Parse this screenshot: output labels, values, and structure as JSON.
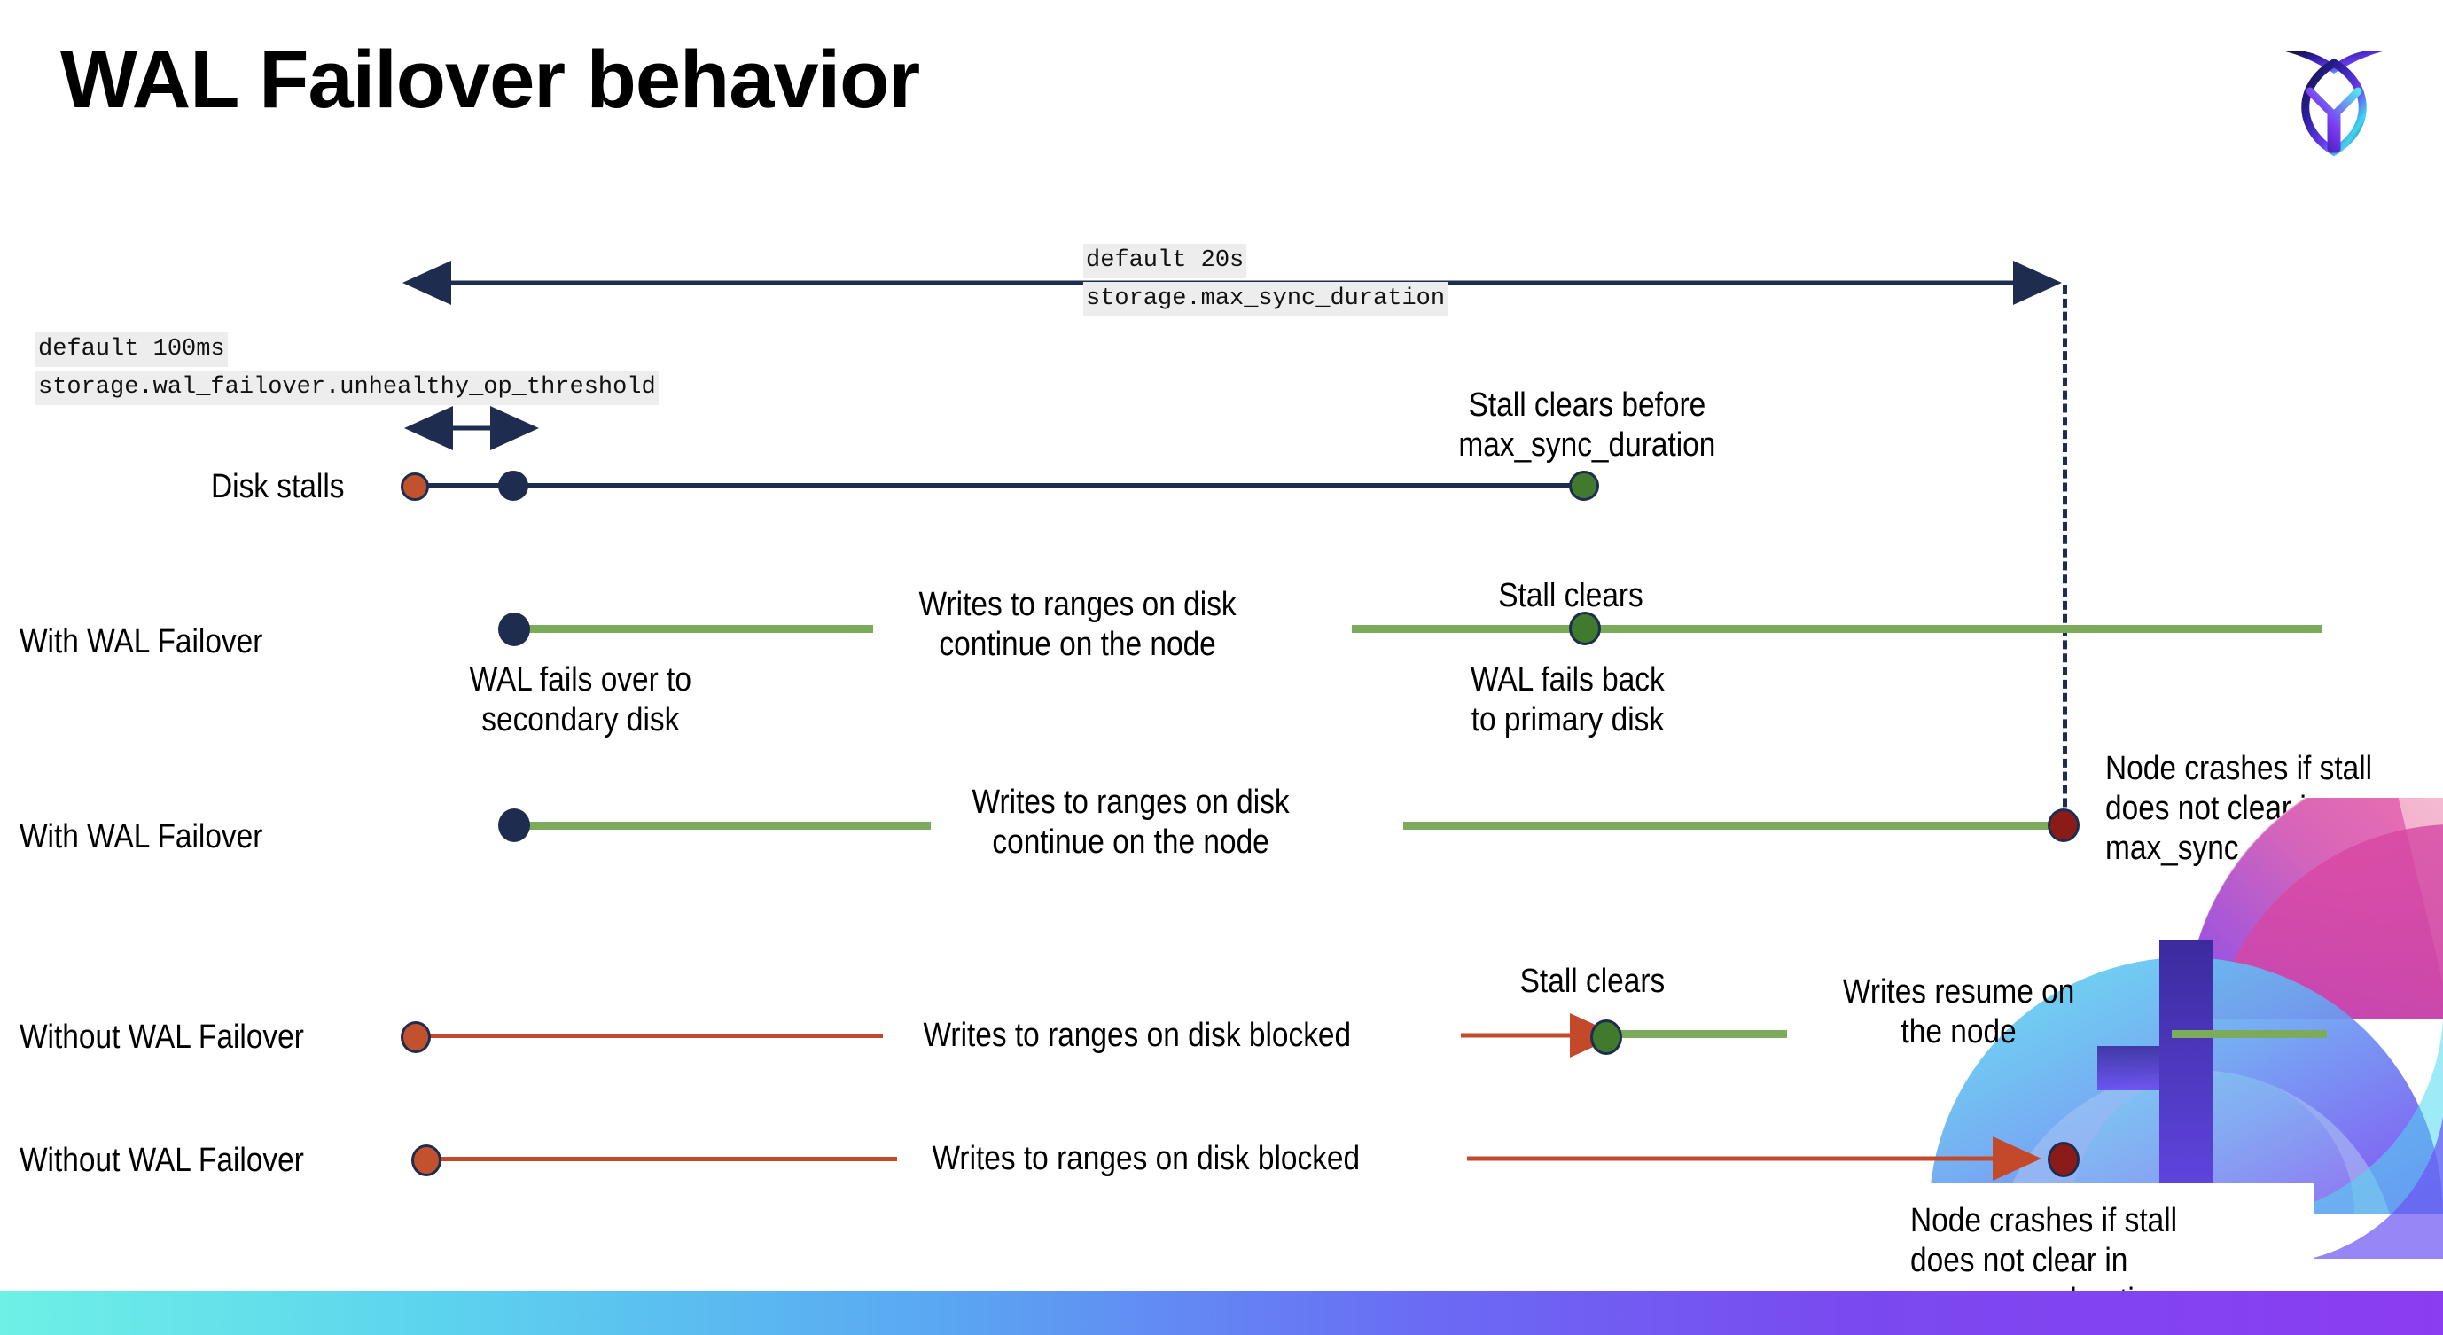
{
  "slide": {
    "title": "WAL Failover behavior",
    "logo_name": "cockroachdb-logo"
  },
  "annotations": {
    "max_sync_default": "default 20s",
    "max_sync_setting": "storage.max_sync_duration",
    "unhealthy_default": "default 100ms",
    "unhealthy_setting": "storage.wal_failover.unhealthy_op_threshold"
  },
  "rows": [
    {
      "id": "disk-stalls",
      "label": "Disk stalls",
      "note_top": "Stall clears before\nmax_sync_duration"
    },
    {
      "id": "with-wal-failover-1",
      "label": "With WAL Failover",
      "note_left": "WAL fails over to\nsecondary disk",
      "note_mid": "Writes to ranges on disk\ncontinue on the node",
      "note_stall": "Stall clears",
      "note_back": "WAL fails  back\nto primary disk"
    },
    {
      "id": "with-wal-failover-2",
      "label": "With WAL Failover",
      "note_mid": "Writes to ranges on disk\ncontinue on the node",
      "note_crash": "Node crashes if stall\ndoes not clear in\nmax_sync_duration"
    },
    {
      "id": "without-wal-failover-1",
      "label": "Without WAL Failover",
      "note_mid": "Writes to ranges on disk  blocked",
      "note_stall": "Stall clears",
      "note_resume": "Writes resume on\nthe node"
    },
    {
      "id": "without-wal-failover-2",
      "label": "Without WAL Failover",
      "note_mid": "Writes to ranges on disk  blocked",
      "note_crash": "Node crashes if stall\ndoes not clear in\nmax_sync_duration"
    }
  ],
  "text": {
    "disk_stalls": "Disk stalls",
    "with_wal_failover": "With WAL Failover",
    "without_wal_failover": "Without WAL Failover",
    "stall_clears_before": "Stall clears before",
    "max_sync_duration": "max_sync_duration",
    "stall_clears": "Stall clears",
    "wal_fails_over_to": "WAL fails over to",
    "secondary_disk": "secondary disk",
    "writes_to_ranges_on_disk": "Writes to ranges on disk",
    "continue_on_the_node": "continue on the node",
    "wal_fails_back": "WAL fails  back",
    "to_primary_disk": "to primary disk",
    "node_crashes_if_stall": "Node crashes if stall",
    "does_not_clear_in": "does not clear in",
    "writes_blocked": "Writes to ranges on disk  blocked",
    "writes_resume_on": "Writes resume on",
    "the_node": "the node"
  },
  "colors": {
    "navy": "#1e2d4f",
    "orange": "#c2512d",
    "green_dot": "#3f7a2d",
    "green_line": "#7cab5b",
    "dark_red": "#8a1b17",
    "red_line": "#c4492a",
    "code_bg": "#ededed"
  }
}
